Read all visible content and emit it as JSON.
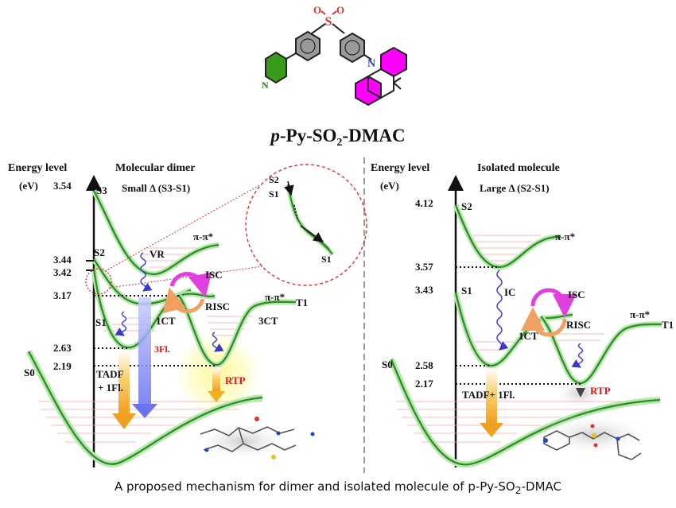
{
  "colors": {
    "curve": "#2e8b2e",
    "curve_glow": "#b6e8a8",
    "pyridine": "#3a9a1a",
    "acridine": "#ff00ff",
    "sulfonyl": "#e53030",
    "label_red": "#ee1111",
    "isc_arrow": "#e040e0",
    "risc_arrow": "#f0a060",
    "vr_arrow": "#4848d8"
  },
  "compound": {
    "title_italic": "p",
    "title_a": "-Py-SO",
    "title_sub": "2",
    "title_b": "-DMAC",
    "atom_n_pyridine": "N",
    "atom_n_acridine": "N",
    "atom_s": "S",
    "atom_o1": "O",
    "atom_o2": "O"
  },
  "dimer": {
    "axis_title": "Energy level",
    "axis_unit": "(eV)",
    "panel_title": "Molecular dimer",
    "panel_sub": "Small Δ (S3-S1)",
    "levels": [
      "3.54",
      "3.44",
      "3.42",
      "3.17",
      "2.63",
      "2.19"
    ],
    "state_s3": "S3",
    "state_s2": "S2",
    "state_s1": "S1",
    "state_s0": "S0",
    "state_t1": "T1",
    "pi_pi_star_1": "π-π*",
    "pi_pi_star_2": "π-π*",
    "vr": "VR",
    "isc": "ISC",
    "risc": "RISC",
    "ct1": "1CT",
    "ct3": "3CT",
    "fl3": "3Fl.",
    "tadf_line1": "TADF",
    "tadf_line2": "+ 1Fl.",
    "rtp": "RTP",
    "zoom_s2": "S2",
    "zoom_s1": "S1",
    "zoom_s1b": "S1"
  },
  "isolated": {
    "axis_title": "Energy level",
    "axis_unit": "(eV)",
    "panel_title": "Isolated molecule",
    "panel_sub": "Large Δ (S2-S1)",
    "levels": [
      "4.12",
      "3.57",
      "3.43",
      "2.58",
      "2.17"
    ],
    "state_s2": "S2",
    "state_s1": "S1",
    "state_s0": "S0",
    "state_t1": "T1",
    "pi_pi_star_1": "π-π*",
    "pi_pi_star_2": "π-π*",
    "ic": "IC",
    "isc": "ISC",
    "risc": "RISC",
    "ct1": "1CT",
    "tadf": "TADF+ 1Fl.",
    "rtp": "RTP"
  },
  "caption": {
    "prefix": "A proposed mechanism for dimer and isolated molecule of p-Py-SO",
    "sub": "2",
    "suffix": "-DMAC"
  }
}
